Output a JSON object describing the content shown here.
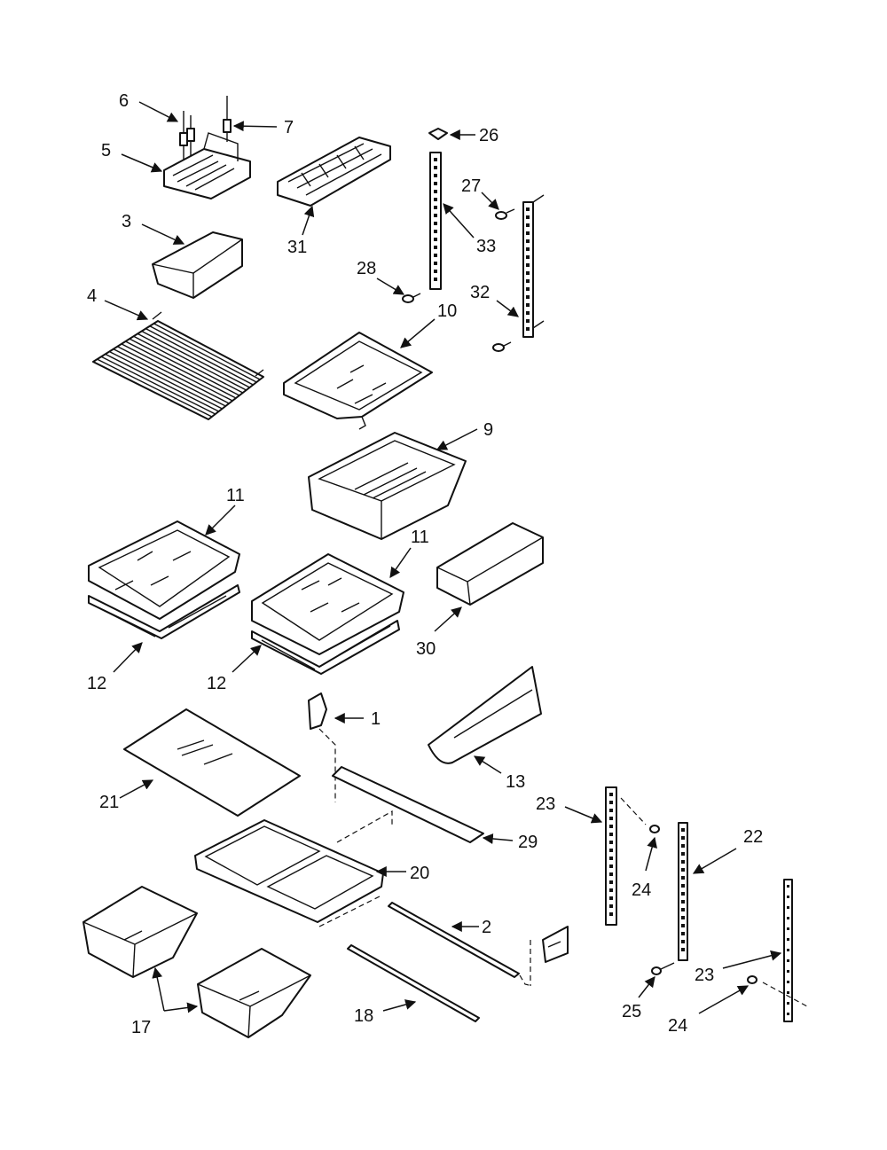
{
  "diagram": {
    "callouts": [
      {
        "id": "c6",
        "text": "6"
      },
      {
        "id": "c7",
        "text": "7"
      },
      {
        "id": "c5",
        "text": "5"
      },
      {
        "id": "c26",
        "text": "26"
      },
      {
        "id": "c27",
        "text": "27"
      },
      {
        "id": "c33",
        "text": "33"
      },
      {
        "id": "c31",
        "text": "31"
      },
      {
        "id": "c3",
        "text": "3"
      },
      {
        "id": "c28",
        "text": "28"
      },
      {
        "id": "c32",
        "text": "32"
      },
      {
        "id": "c4",
        "text": "4"
      },
      {
        "id": "c10",
        "text": "10"
      },
      {
        "id": "c9",
        "text": "9"
      },
      {
        "id": "c11a",
        "text": "11"
      },
      {
        "id": "c11b",
        "text": "11"
      },
      {
        "id": "c30",
        "text": "30"
      },
      {
        "id": "c12a",
        "text": "12"
      },
      {
        "id": "c12b",
        "text": "12"
      },
      {
        "id": "c1",
        "text": "1"
      },
      {
        "id": "c13",
        "text": "13"
      },
      {
        "id": "c21",
        "text": "21"
      },
      {
        "id": "c23a",
        "text": "23"
      },
      {
        "id": "c22",
        "text": "22"
      },
      {
        "id": "c29",
        "text": "29"
      },
      {
        "id": "c20",
        "text": "20"
      },
      {
        "id": "c24a",
        "text": "24"
      },
      {
        "id": "c2",
        "text": "2"
      },
      {
        "id": "c23b",
        "text": "23"
      },
      {
        "id": "c25",
        "text": "25"
      },
      {
        "id": "c17",
        "text": "17"
      },
      {
        "id": "c18",
        "text": "18"
      },
      {
        "id": "c24b",
        "text": "24"
      }
    ]
  }
}
